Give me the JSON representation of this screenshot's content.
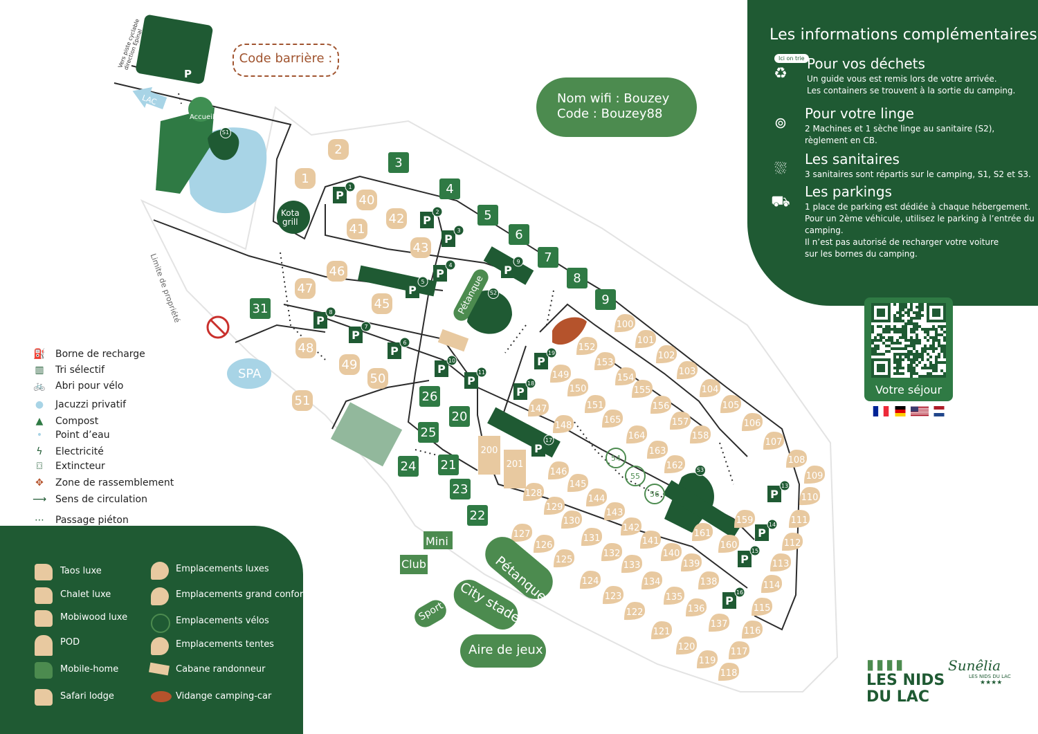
{
  "barrier_label": "Code barrière :",
  "wifi": {
    "line1": "Nom wifi  : Bouzey",
    "line2": "Code : Bouzey88"
  },
  "info": {
    "title": "Les informations complémentaires",
    "sorting_tag": "Ici on trie",
    "sections": [
      {
        "icon": "recycle-bin-icon",
        "heading": "Pour vos déchets",
        "lines": [
          "Un guide vous est remis lors de votre arrivée.",
          "Les containers se trouvent à la sortie du camping."
        ]
      },
      {
        "icon": "washing-machine-icon",
        "heading": "Pour votre linge",
        "lines": [
          "2 Machines et 1 sèche linge au sanitaire (S2),",
          "règlement en CB."
        ]
      },
      {
        "icon": "shower-icon",
        "heading": "Les sanitaires",
        "lines": [
          "3 sanitaires sont répartis sur le camping, S1, S2 et S3."
        ]
      },
      {
        "icon": "car-icon",
        "heading": "Les parkings",
        "lines": [
          "1 place de parking est dédiée à chaque hébergement.",
          "Pour un 2ème véhicule, utilisez le parking à l’entrée du",
          "camping.",
          "Il n’est pas autorisé de recharger votre voiture",
          "sur les bornes du camping."
        ]
      }
    ]
  },
  "qr": {
    "label": "Votre séjour"
  },
  "flags": [
    "fr",
    "de",
    "us",
    "nl"
  ],
  "legend": [
    {
      "icon": "charging-station-icon",
      "label": "Borne de recharge"
    },
    {
      "icon": "sorting-bins-icon",
      "label": "Tri sélectif"
    },
    {
      "icon": "bike-icon",
      "label": "Abri pour vélo"
    },
    {
      "icon": "jacuzzi-icon",
      "label": "Jacuzzi privatif"
    },
    {
      "icon": "compost-icon",
      "label": "Compost"
    },
    {
      "icon": "water-point-icon",
      "label": "Point d’eau"
    },
    {
      "icon": "electricity-icon",
      "label": "Electricité"
    },
    {
      "icon": "extinguisher-icon",
      "label": "Extincteur"
    },
    {
      "icon": "assembly-point-icon",
      "label": "Zone de rassemblement"
    },
    {
      "icon": "direction-arrow-icon",
      "label": "Sens de circulation"
    },
    {
      "icon": "footpath-icon",
      "label": "Passage piéton"
    }
  ],
  "types_left": [
    "Taos luxe",
    "Chalet luxe",
    "Mobiwood luxe",
    "POD",
    "Mobile-home",
    "Safari lodge"
  ],
  "types_right": [
    "Emplacements luxes",
    "Emplacements grand confort",
    "Emplacements vélos",
    "Emplacements tentes",
    "Cabane randonneur",
    "Vidange camping-car"
  ],
  "map_labels": {
    "lake": "LAC",
    "reception": "Accueil",
    "kota": "Kota\ngrill",
    "spa": "SPA",
    "mini": "Mini",
    "club": "Club",
    "sport": "Sport",
    "city": "City stade",
    "petanque": "Pétanque",
    "petanque2": "Pétanque",
    "play": "Aire de jeux",
    "property": "Limite de propriété",
    "bike_path": "Vers piste cyclable direction Epinal",
    "s1": "S1",
    "s2": "S2",
    "s3": "S3",
    "p": "P"
  },
  "green_plots": [
    "1",
    "2",
    "3",
    "4",
    "5",
    "6",
    "7",
    "8",
    "9",
    "20",
    "21",
    "22",
    "23",
    "24",
    "25",
    "26",
    "31",
    "40",
    "41",
    "42",
    "43",
    "45",
    "46",
    "47",
    "48",
    "49",
    "50",
    "51"
  ],
  "pitches": [
    "100",
    "101",
    "102",
    "103",
    "104",
    "105",
    "106",
    "107",
    "108",
    "109",
    "110",
    "111",
    "112",
    "113",
    "114",
    "115",
    "116",
    "117",
    "118",
    "119",
    "120",
    "121",
    "122",
    "123",
    "124",
    "125",
    "126",
    "127",
    "128",
    "129",
    "130",
    "131",
    "132",
    "133",
    "134",
    "135",
    "136",
    "137",
    "138",
    "139",
    "140",
    "141",
    "142",
    "143",
    "144",
    "145",
    "146",
    "147",
    "148",
    "149",
    "150",
    "151",
    "152",
    "153",
    "154",
    "155",
    "156",
    "157",
    "158",
    "159",
    "160",
    "161",
    "162",
    "163",
    "164",
    "165",
    "200",
    "201"
  ],
  "bike_pitches": [
    "54",
    "55",
    "56"
  ],
  "parking_numbers": [
    "1",
    "2",
    "3",
    "4",
    "5",
    "6",
    "7",
    "8",
    "9",
    "10",
    "11",
    "13",
    "14",
    "15",
    "16",
    "17",
    "18",
    "19"
  ],
  "logo": {
    "line1": "LES NIDS",
    "line2": "DU LAC",
    "brand": "Sunêlia",
    "brand_sub": "LES NIDS DU LAC"
  }
}
